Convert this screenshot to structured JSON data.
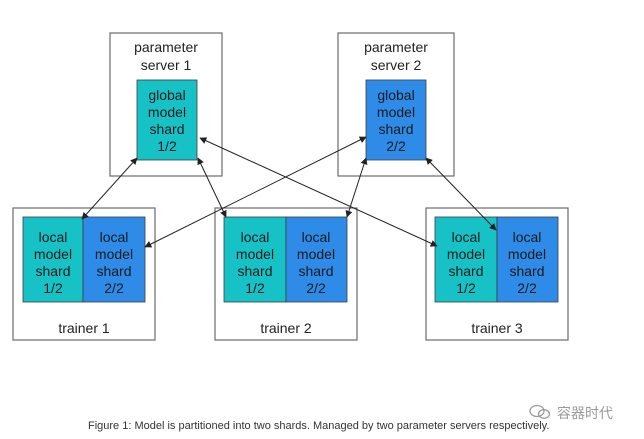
{
  "parameter_servers": [
    {
      "label": [
        "parameter",
        "server 1"
      ],
      "shard": [
        "global",
        "model",
        "shard",
        "1/2"
      ]
    },
    {
      "label": [
        "parameter",
        "server 2"
      ],
      "shard": [
        "global",
        "model",
        "shard",
        "2/2"
      ]
    }
  ],
  "trainers": [
    {
      "label": "trainer 1",
      "shards": [
        [
          "local",
          "model",
          "shard",
          "1/2"
        ],
        [
          "local",
          "model",
          "shard",
          "2/2"
        ]
      ]
    },
    {
      "label": "trainer 2",
      "shards": [
        [
          "local",
          "model",
          "shard",
          "1/2"
        ],
        [
          "local",
          "model",
          "shard",
          "2/2"
        ]
      ]
    },
    {
      "label": "trainer 3",
      "shards": [
        [
          "local",
          "model",
          "shard",
          "1/2"
        ],
        [
          "local",
          "model",
          "shard",
          "2/2"
        ]
      ]
    }
  ],
  "caption": "Figure 1: Model is partitioned into two shards. Managed by two parameter servers respectively.",
  "watermark": "容器时代",
  "colors": {
    "shard_1": "#17c2c7",
    "shard_2": "#2e8be8",
    "border": "#6b6b6b",
    "arrow": "#222222"
  }
}
